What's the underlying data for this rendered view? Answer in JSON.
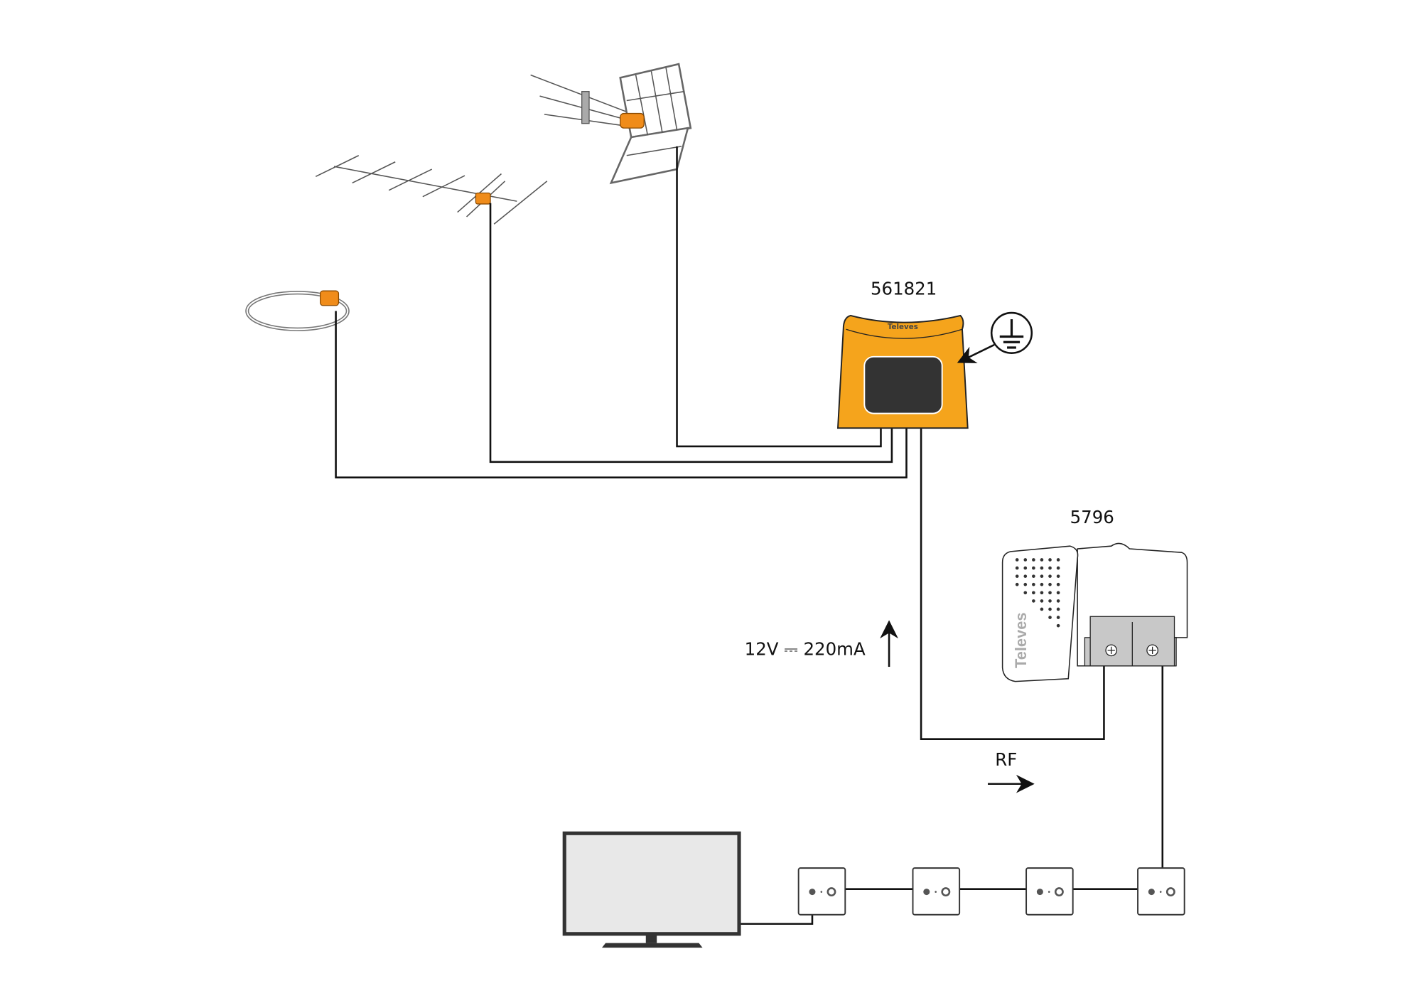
{
  "labels": {
    "amplifier_model": "561821",
    "psu_model": "5796",
    "power_spec": "12V ⎓ 220mA",
    "rf": "RF",
    "psu_brand": "Televes",
    "amp_brand": "Televes"
  },
  "colors": {
    "amplifier": "#F5A41C",
    "connector": "#F08C1A",
    "amp_panel": "#333333",
    "tv_screen": "#E8E8E8",
    "psu_terminal": "#C8C8C8"
  },
  "icons": [
    "ground-symbol-icon",
    "arrow-up-icon",
    "arrow-right-icon"
  ],
  "outlets_count_shown": 4
}
